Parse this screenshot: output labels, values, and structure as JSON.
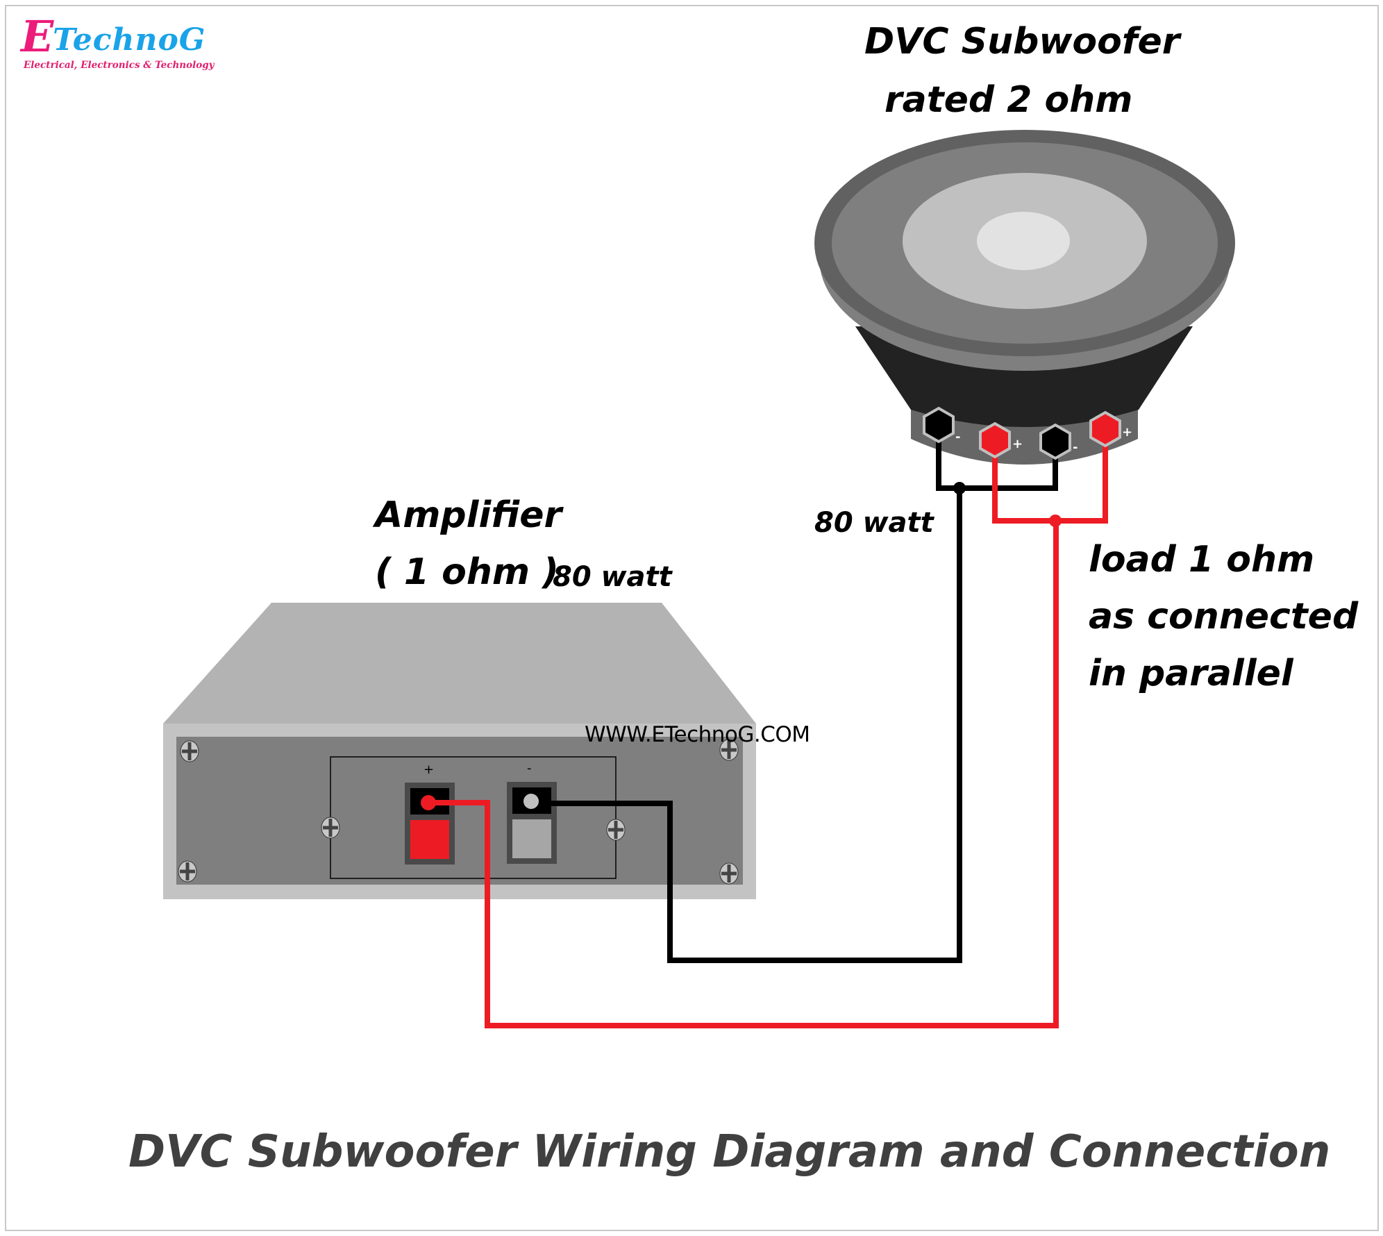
{
  "logo": {
    "initial": "E",
    "name": "TechnoG",
    "tagline": "Electrical, Electronics & Technology",
    "colors": {
      "initial": "#ec1c7a",
      "name": "#1aa3e8",
      "tagline": "#e0206e"
    }
  },
  "subwoofer": {
    "title_line1": "DVC Subwoofer",
    "title_line2": "rated 2 ohm",
    "terminals": [
      {
        "polarity": "-",
        "color": "black"
      },
      {
        "polarity": "+",
        "color": "red"
      },
      {
        "polarity": "-",
        "color": "black"
      },
      {
        "polarity": "+",
        "color": "red"
      }
    ]
  },
  "amplifier": {
    "title_line1": "Amplifier",
    "title_line2": "( 1 ohm )",
    "power": "80 watt",
    "terminals": [
      {
        "polarity": "+",
        "color": "red"
      },
      {
        "polarity": "-",
        "color": "gray"
      }
    ]
  },
  "annotations": {
    "speaker_power": "80 watt",
    "load_line1": "load 1 ohm",
    "load_line2": "as connected",
    "load_line3": "in parallel",
    "website": "WWW.ETechnoG.COM"
  },
  "wires": {
    "positive_color": "#ed1c24",
    "negative_color": "#000000"
  },
  "footer": {
    "title": "DVC Subwoofer Wiring Diagram and Connection"
  }
}
